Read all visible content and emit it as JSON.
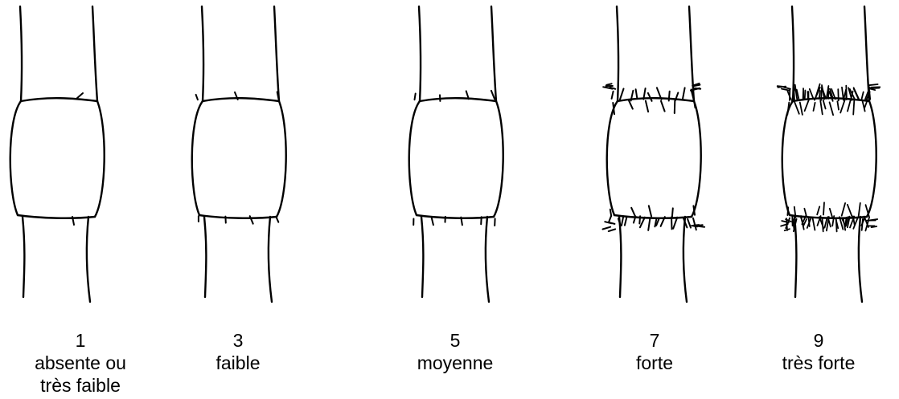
{
  "stages": [
    {
      "number": "1",
      "label_lines": [
        "absente ou",
        "très faible"
      ],
      "density": "absent"
    },
    {
      "number": "3",
      "label_lines": [
        "faible"
      ],
      "density": "sparse"
    },
    {
      "number": "5",
      "label_lines": [
        "moyenne"
      ],
      "density": "medium"
    },
    {
      "number": "7",
      "label_lines": [
        "forte"
      ],
      "density": "dense"
    },
    {
      "number": "9",
      "label_lines": [
        "très forte"
      ],
      "density": "very-dense"
    }
  ],
  "colors": {
    "line": "#000000",
    "background": "#ffffff",
    "text": "#000000"
  }
}
